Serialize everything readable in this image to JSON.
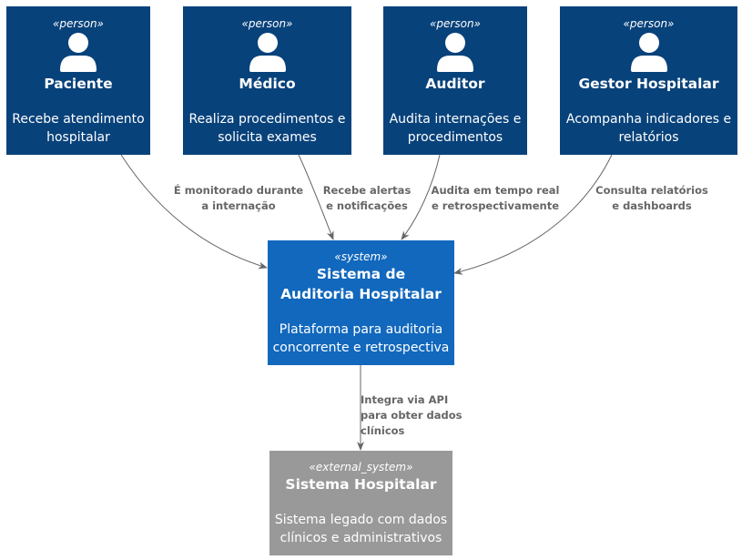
{
  "persons": [
    {
      "stereotype": "«person»",
      "name": "Paciente",
      "description": "Recebe atendimento hospitalar"
    },
    {
      "stereotype": "«person»",
      "name": "Médico",
      "description": "Realiza procedimentos e solicita exames"
    },
    {
      "stereotype": "«person»",
      "name": "Auditor",
      "description": "Audita internações e procedimentos"
    },
    {
      "stereotype": "«person»",
      "name": "Gestor Hospitalar",
      "description": "Acompanha indicadores e relatórios"
    }
  ],
  "system": {
    "stereotype": "«system»",
    "name": "Sistema de Auditoria Hospitalar",
    "description": "Plataforma para auditoria concorrente e retrospectiva"
  },
  "external_system": {
    "stereotype": "«external_system»",
    "name": "Sistema Hospitalar",
    "description": "Sistema legado com dados clínicos e administrativos"
  },
  "relations": [
    {
      "label": "É monitorado durante a internação"
    },
    {
      "label": "Recebe alertas e notificações"
    },
    {
      "label": "Audita em tempo real e retrospectivamente"
    },
    {
      "label": "Consulta relatórios e dashboards"
    },
    {
      "label": "Integra via API para obter dados clínicos"
    }
  ],
  "colors": {
    "person": "#08427b",
    "system": "#1168bd",
    "external": "#999999",
    "arrow": "#666666"
  }
}
